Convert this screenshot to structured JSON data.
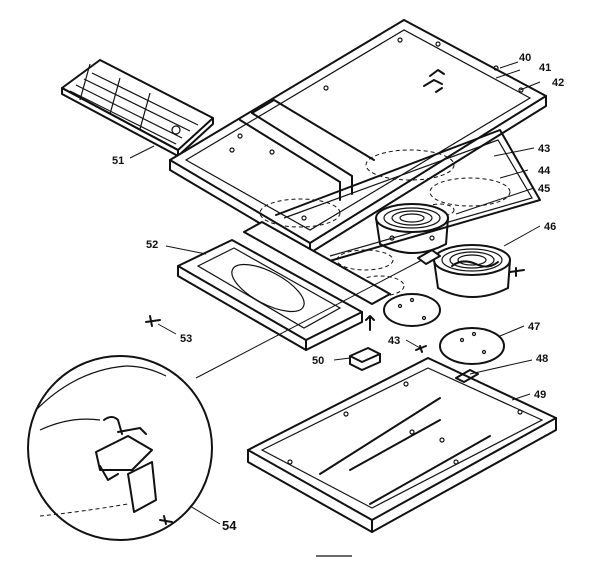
{
  "callouts": [
    {
      "id": "40",
      "text": "40"
    },
    {
      "id": "41",
      "text": "41"
    },
    {
      "id": "42",
      "text": "42"
    },
    {
      "id": "43a",
      "text": "43"
    },
    {
      "id": "44",
      "text": "44"
    },
    {
      "id": "45",
      "text": "45"
    },
    {
      "id": "46",
      "text": "46"
    },
    {
      "id": "47",
      "text": "47"
    },
    {
      "id": "43b",
      "text": "43"
    },
    {
      "id": "48",
      "text": "48"
    },
    {
      "id": "49",
      "text": "49"
    },
    {
      "id": "50",
      "text": "50"
    },
    {
      "id": "51",
      "text": "51"
    },
    {
      "id": "52",
      "text": "52"
    },
    {
      "id": "53",
      "text": "53"
    },
    {
      "id": "54",
      "text": "54"
    }
  ]
}
